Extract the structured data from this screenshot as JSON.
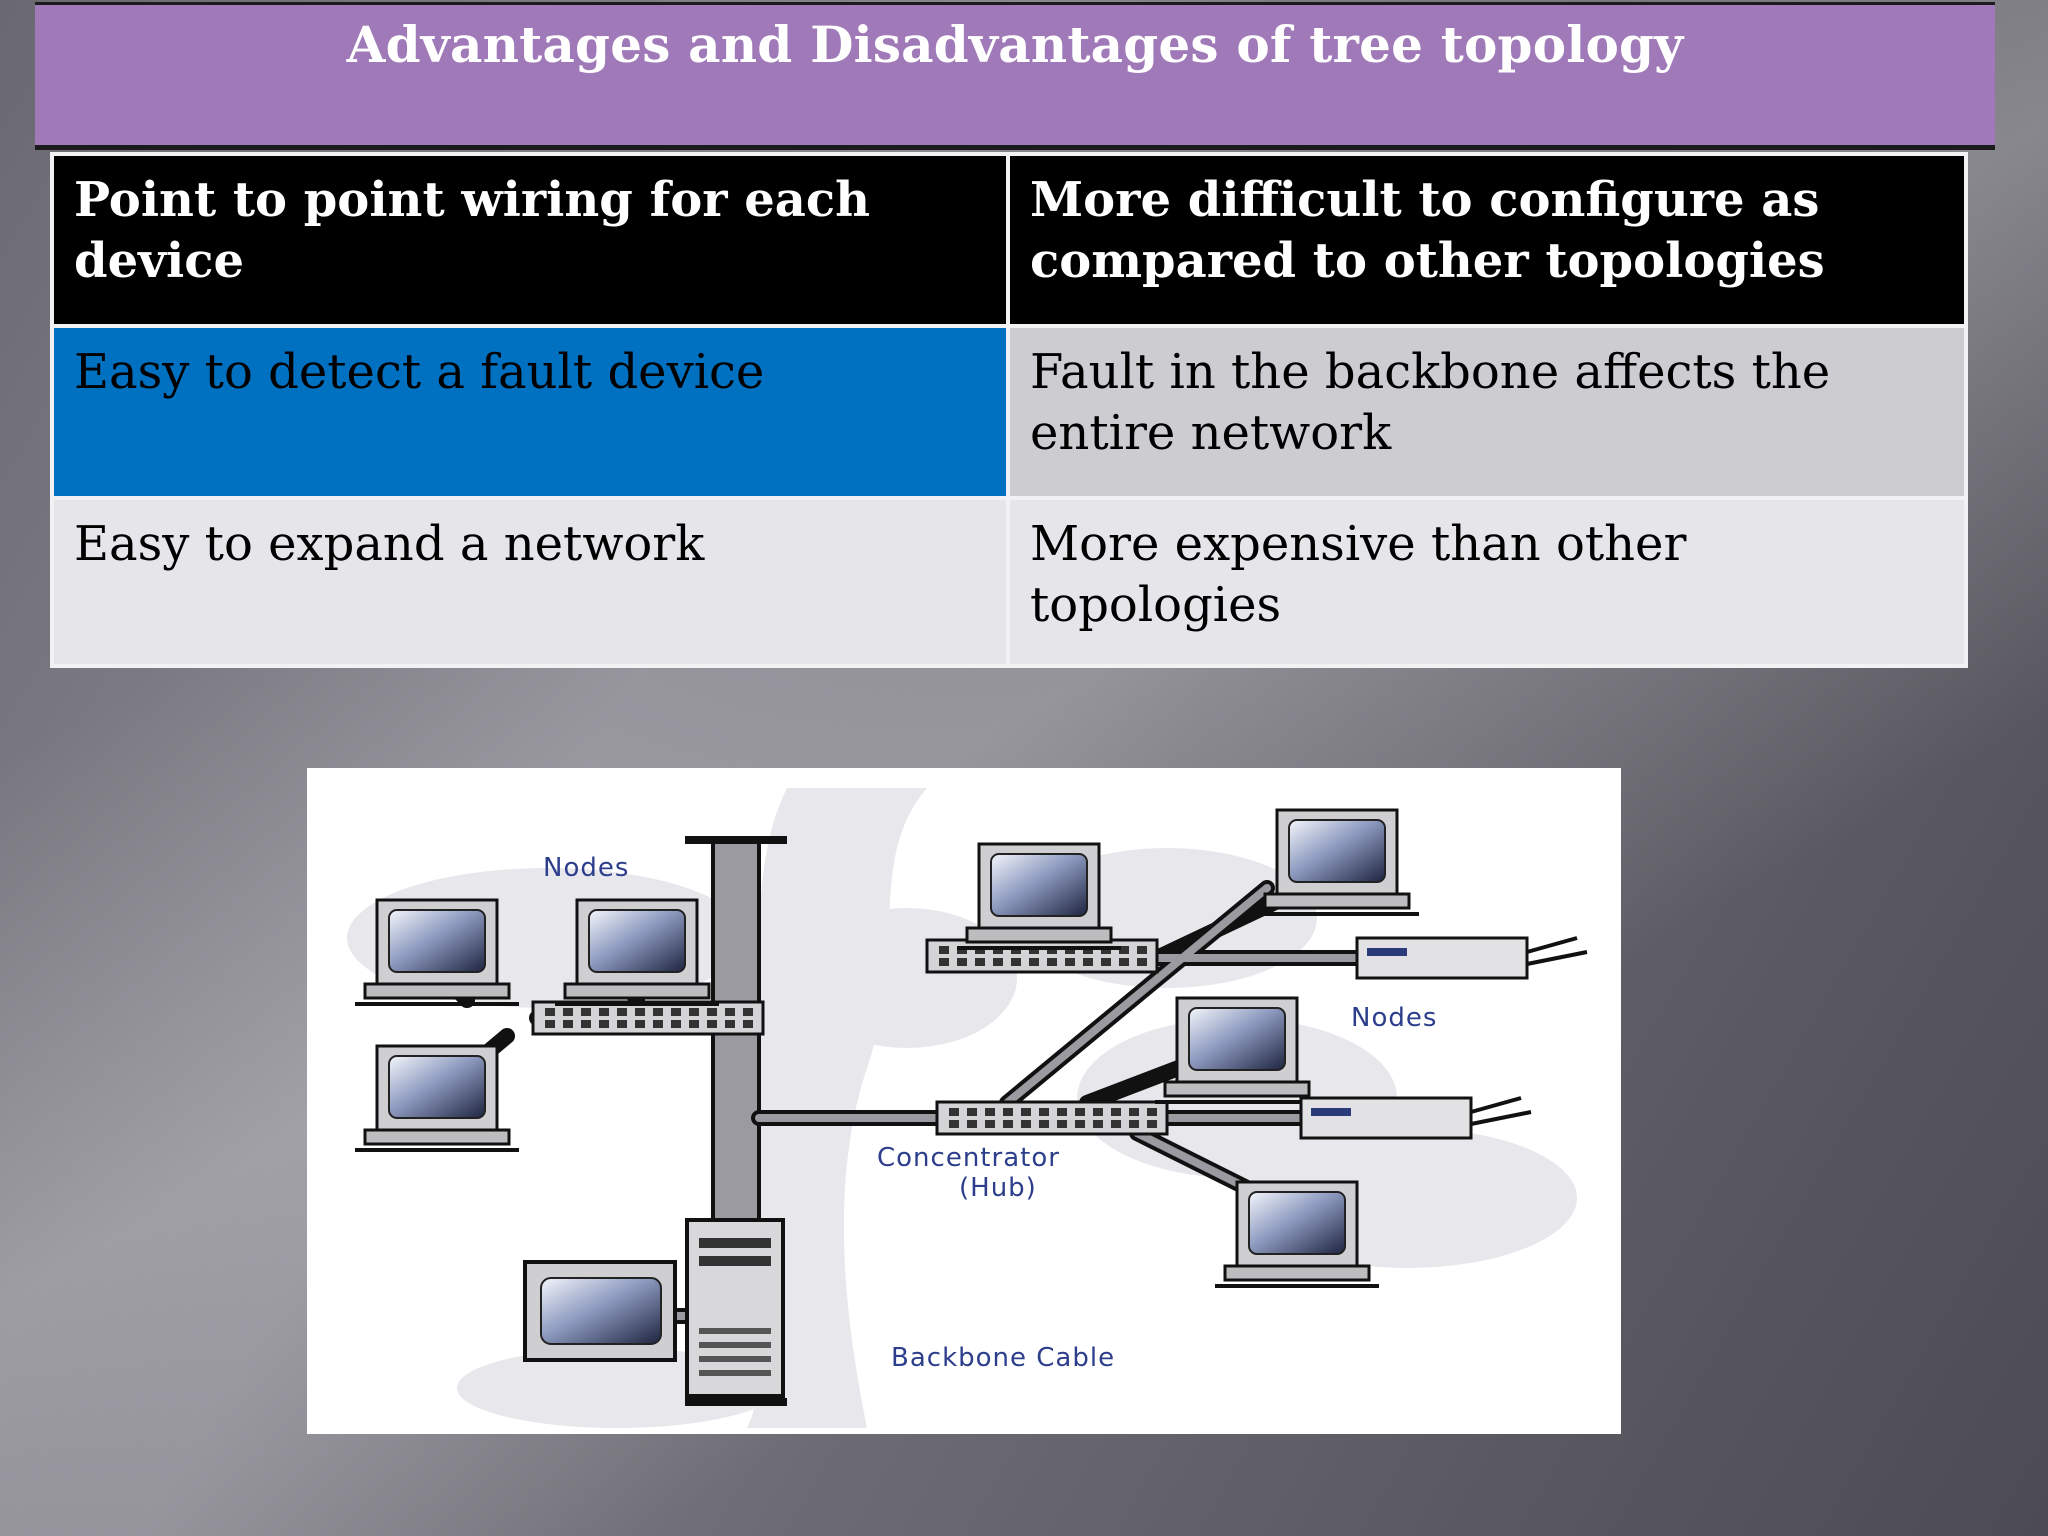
{
  "slide": {
    "title": "Advantages and Disadvantages of tree topology"
  },
  "table": {
    "rows": [
      {
        "advantage": "Point to point wiring for each device",
        "disadvantage": "More difficult to configure as compared to other topologies"
      },
      {
        "advantage": "Easy to detect a fault device",
        "disadvantage": "Fault in the backbone affects the entire network"
      },
      {
        "advantage": "Easy to expand a network",
        "disadvantage": "More expensive than other topologies"
      }
    ]
  },
  "diagram": {
    "labels": {
      "nodes_left": "Nodes",
      "nodes_right": "Nodes",
      "hub_line1": "Concentrator",
      "hub_line2": "(Hub)",
      "backbone": "Backbone Cable"
    }
  },
  "colors": {
    "title_bar": "#a07ab8",
    "header_row": "#000000",
    "highlight_cell": "#0070c0",
    "gray_cell": "#cdccd1",
    "light_cell": "#e6e5e9",
    "label_text": "#2c3e8c"
  }
}
